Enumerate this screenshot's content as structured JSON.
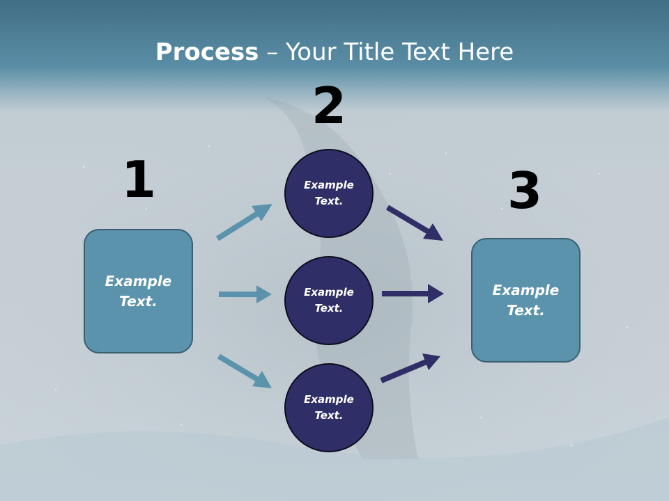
{
  "title": {
    "bold": "Process",
    "rest": " – Your Title Text Here"
  },
  "steps": [
    {
      "number": "1",
      "text": "Example\nText."
    },
    {
      "number": "2",
      "items": [
        "Example\nText.",
        "Example\nText.",
        "Example\nText."
      ]
    },
    {
      "number": "3",
      "text": "Example\nText."
    }
  ],
  "colors": {
    "box_fill": "#5b93ad",
    "circle_fill": "#2f2e66",
    "arrow_light": "#5b93ad",
    "arrow_dark": "#2f2e66",
    "header": "#4a7c94"
  }
}
